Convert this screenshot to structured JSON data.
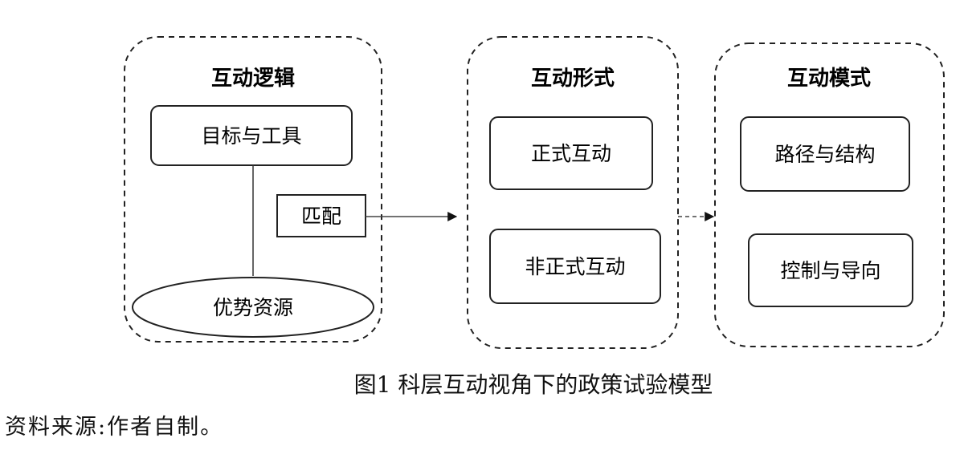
{
  "groups": {
    "logic": {
      "title": "互动逻辑",
      "top_box": "目标与工具",
      "bottom_ellipse": "优势资源",
      "match_box": "匹配"
    },
    "form": {
      "title": "互动形式",
      "box1": "正式互动",
      "box2": "非正式互动"
    },
    "mode": {
      "title": "互动模式",
      "box1": "路径与结构",
      "box2": "控制与导向"
    }
  },
  "caption": "图1 科层互动视角下的政策试验模型",
  "source": "资料来源:作者自制。"
}
